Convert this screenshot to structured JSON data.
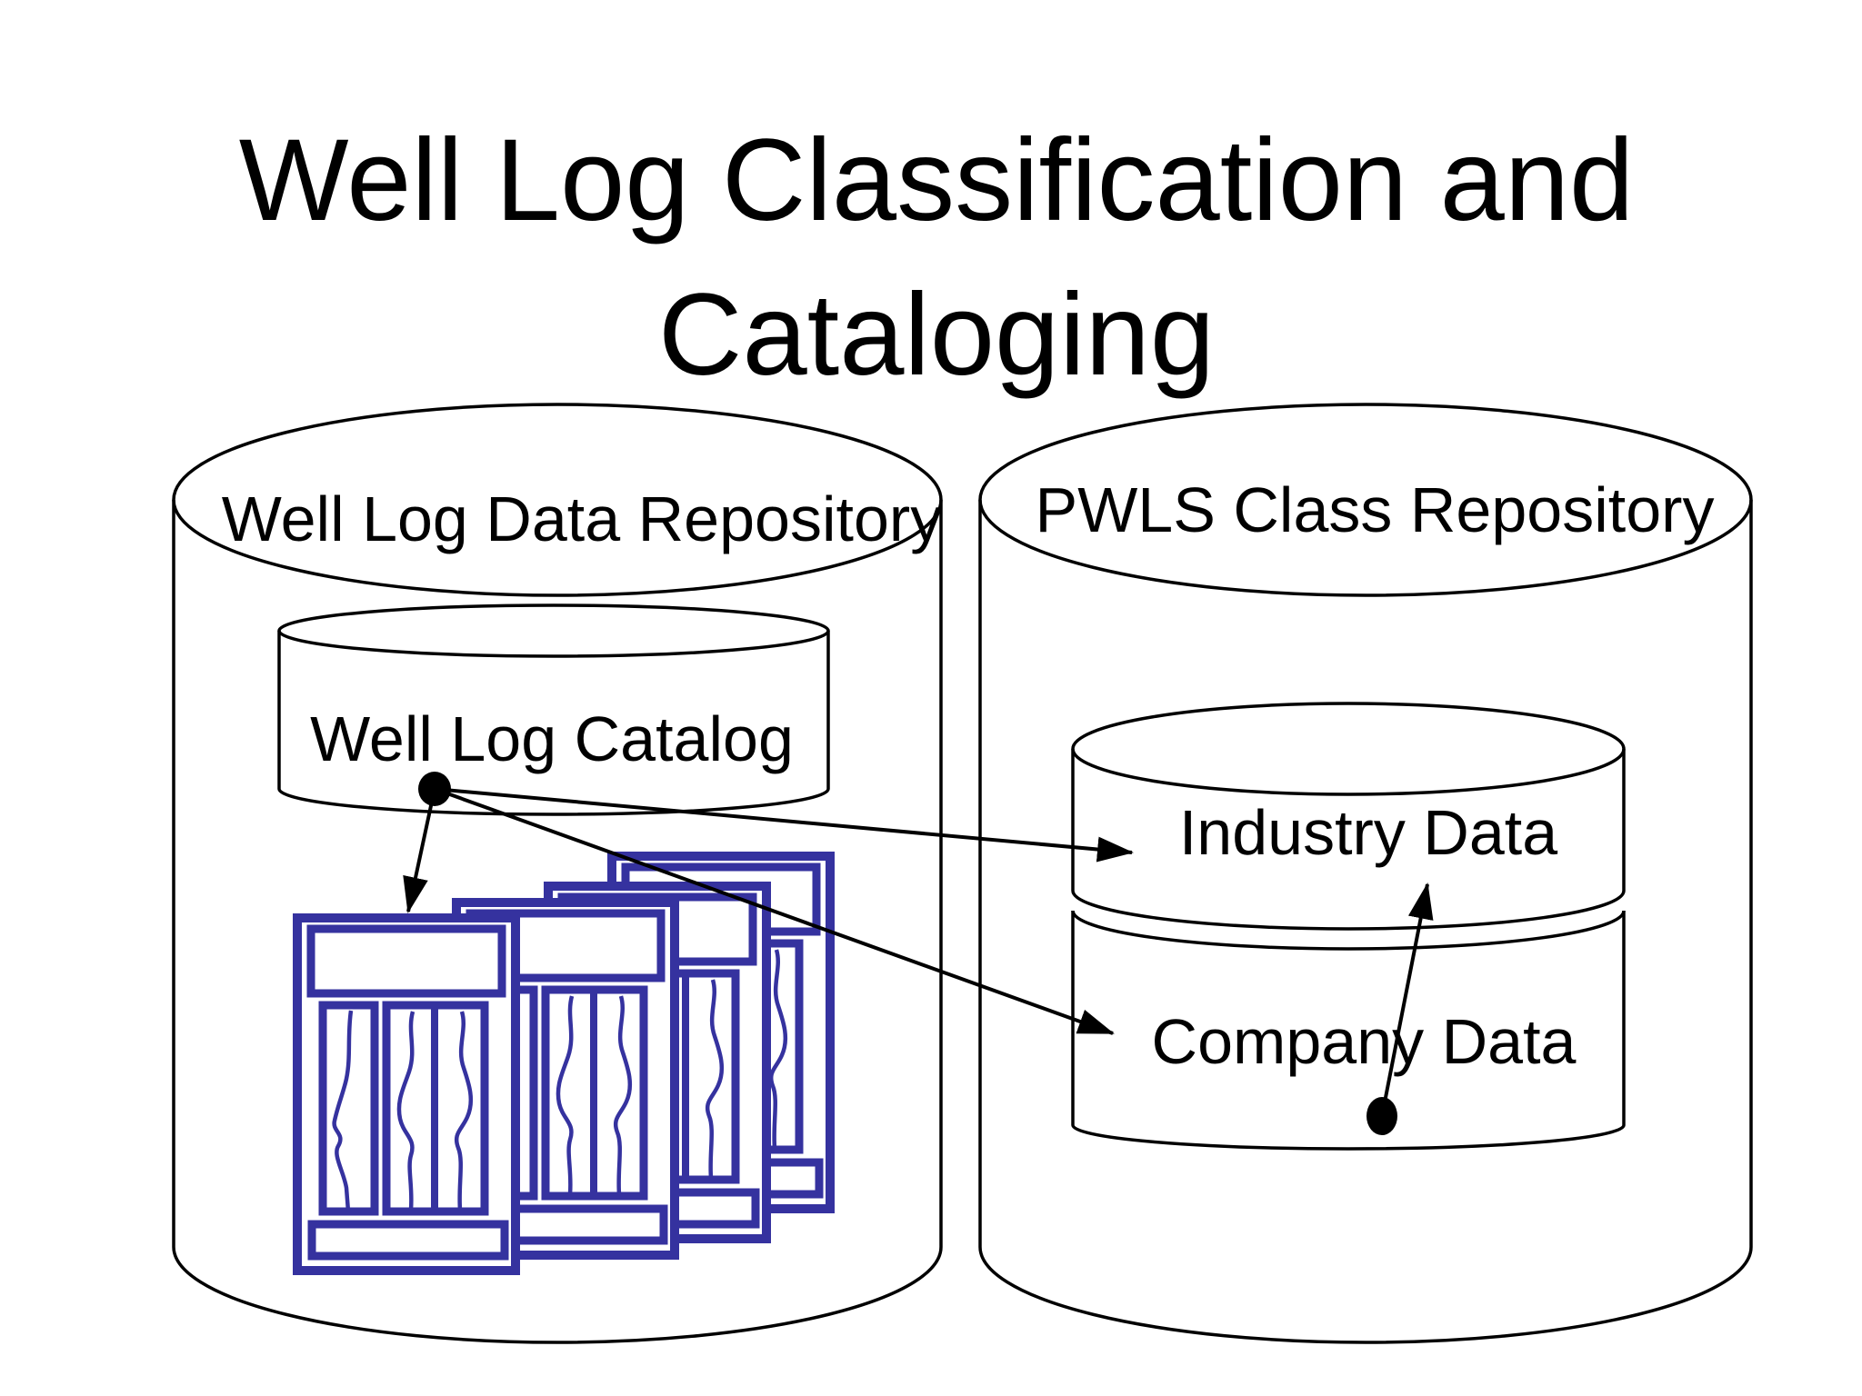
{
  "title": {
    "line1": "Well Log Classification and",
    "line2": "Cataloging"
  },
  "repositories": {
    "well_log_data": {
      "label": "Well Log Data Repository"
    },
    "pwls_class": {
      "label": "PWLS Class Repository"
    }
  },
  "nodes": {
    "well_log_catalog": {
      "label": "Well Log Catalog"
    },
    "industry_data": {
      "label": "Industry Data"
    },
    "company_data": {
      "label": "Company Data"
    },
    "well_log_documents": {
      "count": 4,
      "icon": "well-log-document-icon"
    }
  },
  "connections": [
    {
      "from": "Well Log Catalog",
      "to": "well log documents"
    },
    {
      "from": "Well Log Catalog",
      "to": "Industry Data"
    },
    {
      "from": "Well Log Catalog",
      "to": "Company Data"
    },
    {
      "from": "Company Data",
      "to": "Industry Data"
    }
  ],
  "colors": {
    "line": "#000000",
    "text": "#000000",
    "document_outline": "#35329f",
    "background": "#ffffff"
  }
}
